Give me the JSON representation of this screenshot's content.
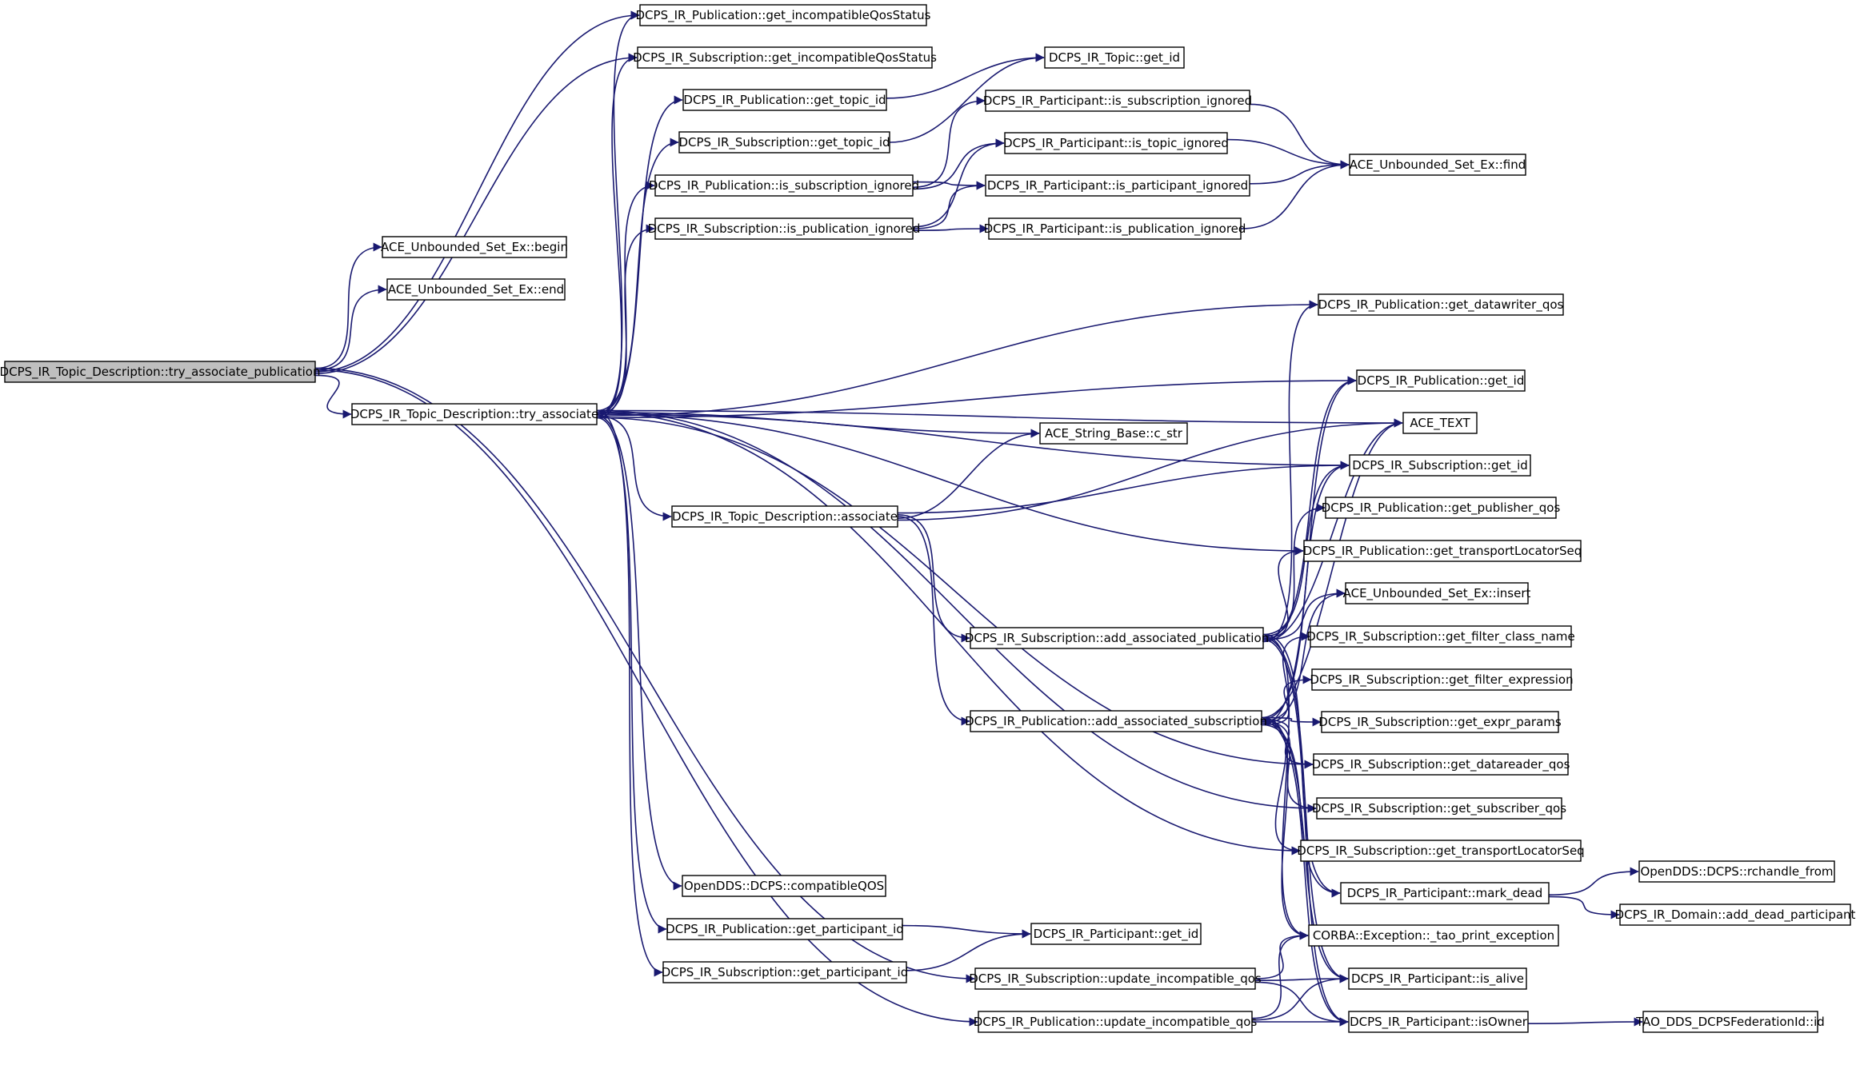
{
  "graph": {
    "root": "DCPS_IR_Topic_Description::try_associate_publication",
    "colors": {
      "edge": "#191970",
      "node_fill": "#ffffff",
      "root_fill": "#bfbfbf",
      "border": "#000000"
    },
    "nodes": [
      {
        "id": "n0",
        "label": "DCPS_IR_Topic_Description::try_associate_publication"
      },
      {
        "id": "n1",
        "label": "ACE_Unbounded_Set_Ex::begin"
      },
      {
        "id": "n2",
        "label": "ACE_Unbounded_Set_Ex::end"
      },
      {
        "id": "n3",
        "label": "DCPS_IR_Topic_Description::try_associate"
      },
      {
        "id": "n4",
        "label": "DCPS_IR_Publication::get_incompatibleQosStatus"
      },
      {
        "id": "n5",
        "label": "DCPS_IR_Subscription::get_incompatibleQosStatus"
      },
      {
        "id": "n6",
        "label": "DCPS_IR_Publication::get_topic_id"
      },
      {
        "id": "n7",
        "label": "DCPS_IR_Subscription::get_topic_id"
      },
      {
        "id": "n8",
        "label": "DCPS_IR_Publication::is_subscription_ignored"
      },
      {
        "id": "n9",
        "label": "DCPS_IR_Subscription::is_publication_ignored"
      },
      {
        "id": "n10",
        "label": "DCPS_IR_Topic::get_id"
      },
      {
        "id": "n11",
        "label": "DCPS_IR_Participant::is_subscription_ignored"
      },
      {
        "id": "n12",
        "label": "DCPS_IR_Participant::is_topic_ignored"
      },
      {
        "id": "n13",
        "label": "DCPS_IR_Participant::is_participant_ignored"
      },
      {
        "id": "n14",
        "label": "DCPS_IR_Participant::is_publication_ignored"
      },
      {
        "id": "n15",
        "label": "ACE_Unbounded_Set_Ex::find"
      },
      {
        "id": "n16",
        "label": "DCPS_IR_Publication::get_datawriter_qos"
      },
      {
        "id": "n17",
        "label": "DCPS_IR_Publication::get_id"
      },
      {
        "id": "n18",
        "label": "ACE_TEXT"
      },
      {
        "id": "n19",
        "label": "ACE_String_Base::c_str"
      },
      {
        "id": "n20",
        "label": "DCPS_IR_Subscription::get_id"
      },
      {
        "id": "n21",
        "label": "DCPS_IR_Topic_Description::associate"
      },
      {
        "id": "n22",
        "label": "DCPS_IR_Publication::get_publisher_qos"
      },
      {
        "id": "n23",
        "label": "DCPS_IR_Publication::get_transportLocatorSeq"
      },
      {
        "id": "n24",
        "label": "ACE_Unbounded_Set_Ex::insert"
      },
      {
        "id": "n25",
        "label": "DCPS_IR_Subscription::add_associated_publication"
      },
      {
        "id": "n26",
        "label": "DCPS_IR_Subscription::get_filter_class_name"
      },
      {
        "id": "n27",
        "label": "DCPS_IR_Subscription::get_filter_expression"
      },
      {
        "id": "n28",
        "label": "DCPS_IR_Publication::add_associated_subscription"
      },
      {
        "id": "n29",
        "label": "DCPS_IR_Subscription::get_expr_params"
      },
      {
        "id": "n30",
        "label": "DCPS_IR_Subscription::get_datareader_qos"
      },
      {
        "id": "n31",
        "label": "DCPS_IR_Subscription::get_subscriber_qos"
      },
      {
        "id": "n32",
        "label": "DCPS_IR_Subscription::get_transportLocatorSeq"
      },
      {
        "id": "n33",
        "label": "OpenDDS::DCPS::compatibleQOS"
      },
      {
        "id": "n34",
        "label": "DCPS_IR_Participant::mark_dead"
      },
      {
        "id": "n35",
        "label": "OpenDDS::DCPS::rchandle_from"
      },
      {
        "id": "n36",
        "label": "DCPS_IR_Domain::add_dead_participant"
      },
      {
        "id": "n37",
        "label": "DCPS_IR_Publication::get_participant_id"
      },
      {
        "id": "n38",
        "label": "DCPS_IR_Participant::get_id"
      },
      {
        "id": "n39",
        "label": "CORBA::Exception::_tao_print_exception"
      },
      {
        "id": "n40",
        "label": "DCPS_IR_Subscription::get_participant_id"
      },
      {
        "id": "n41",
        "label": "DCPS_IR_Subscription::update_incompatible_qos"
      },
      {
        "id": "n42",
        "label": "DCPS_IR_Participant::is_alive"
      },
      {
        "id": "n43",
        "label": "DCPS_IR_Publication::update_incompatible_qos"
      },
      {
        "id": "n44",
        "label": "DCPS_IR_Participant::isOwner"
      },
      {
        "id": "n45",
        "label": "TAO_DDS_DCPSFederationId::id"
      }
    ],
    "edges": [
      [
        "n0",
        "n1"
      ],
      [
        "n0",
        "n2"
      ],
      [
        "n0",
        "n4"
      ],
      [
        "n0",
        "n5"
      ],
      [
        "n0",
        "n3"
      ],
      [
        "n0",
        "n41"
      ],
      [
        "n0",
        "n43"
      ],
      [
        "n3",
        "n4"
      ],
      [
        "n3",
        "n5"
      ],
      [
        "n3",
        "n6"
      ],
      [
        "n3",
        "n7"
      ],
      [
        "n3",
        "n8"
      ],
      [
        "n3",
        "n9"
      ],
      [
        "n3",
        "n16"
      ],
      [
        "n3",
        "n17"
      ],
      [
        "n3",
        "n18"
      ],
      [
        "n3",
        "n19"
      ],
      [
        "n3",
        "n20"
      ],
      [
        "n3",
        "n21"
      ],
      [
        "n3",
        "n30"
      ],
      [
        "n3",
        "n31"
      ],
      [
        "n3",
        "n32"
      ],
      [
        "n3",
        "n23"
      ],
      [
        "n3",
        "n33"
      ],
      [
        "n3",
        "n37"
      ],
      [
        "n3",
        "n40"
      ],
      [
        "n6",
        "n10"
      ],
      [
        "n7",
        "n10"
      ],
      [
        "n8",
        "n11"
      ],
      [
        "n8",
        "n12"
      ],
      [
        "n8",
        "n13"
      ],
      [
        "n9",
        "n12"
      ],
      [
        "n9",
        "n13"
      ],
      [
        "n9",
        "n14"
      ],
      [
        "n11",
        "n15"
      ],
      [
        "n12",
        "n15"
      ],
      [
        "n13",
        "n15"
      ],
      [
        "n14",
        "n15"
      ],
      [
        "n21",
        "n19"
      ],
      [
        "n21",
        "n18"
      ],
      [
        "n21",
        "n20"
      ],
      [
        "n21",
        "n25"
      ],
      [
        "n21",
        "n28"
      ],
      [
        "n25",
        "n17"
      ],
      [
        "n25",
        "n18"
      ],
      [
        "n25",
        "n20"
      ],
      [
        "n25",
        "n22"
      ],
      [
        "n25",
        "n23"
      ],
      [
        "n25",
        "n24"
      ],
      [
        "n25",
        "n16"
      ],
      [
        "n25",
        "n34"
      ],
      [
        "n25",
        "n39"
      ],
      [
        "n25",
        "n42"
      ],
      [
        "n25",
        "n44"
      ],
      [
        "n28",
        "n17"
      ],
      [
        "n28",
        "n18"
      ],
      [
        "n28",
        "n20"
      ],
      [
        "n28",
        "n24"
      ],
      [
        "n28",
        "n26"
      ],
      [
        "n28",
        "n27"
      ],
      [
        "n28",
        "n29"
      ],
      [
        "n28",
        "n30"
      ],
      [
        "n28",
        "n31"
      ],
      [
        "n28",
        "n32"
      ],
      [
        "n28",
        "n34"
      ],
      [
        "n28",
        "n39"
      ],
      [
        "n28",
        "n42"
      ],
      [
        "n28",
        "n44"
      ],
      [
        "n34",
        "n35"
      ],
      [
        "n34",
        "n36"
      ],
      [
        "n37",
        "n38"
      ],
      [
        "n40",
        "n38"
      ],
      [
        "n41",
        "n39"
      ],
      [
        "n41",
        "n42"
      ],
      [
        "n41",
        "n44"
      ],
      [
        "n43",
        "n39"
      ],
      [
        "n43",
        "n42"
      ],
      [
        "n43",
        "n44"
      ],
      [
        "n44",
        "n45"
      ]
    ]
  }
}
